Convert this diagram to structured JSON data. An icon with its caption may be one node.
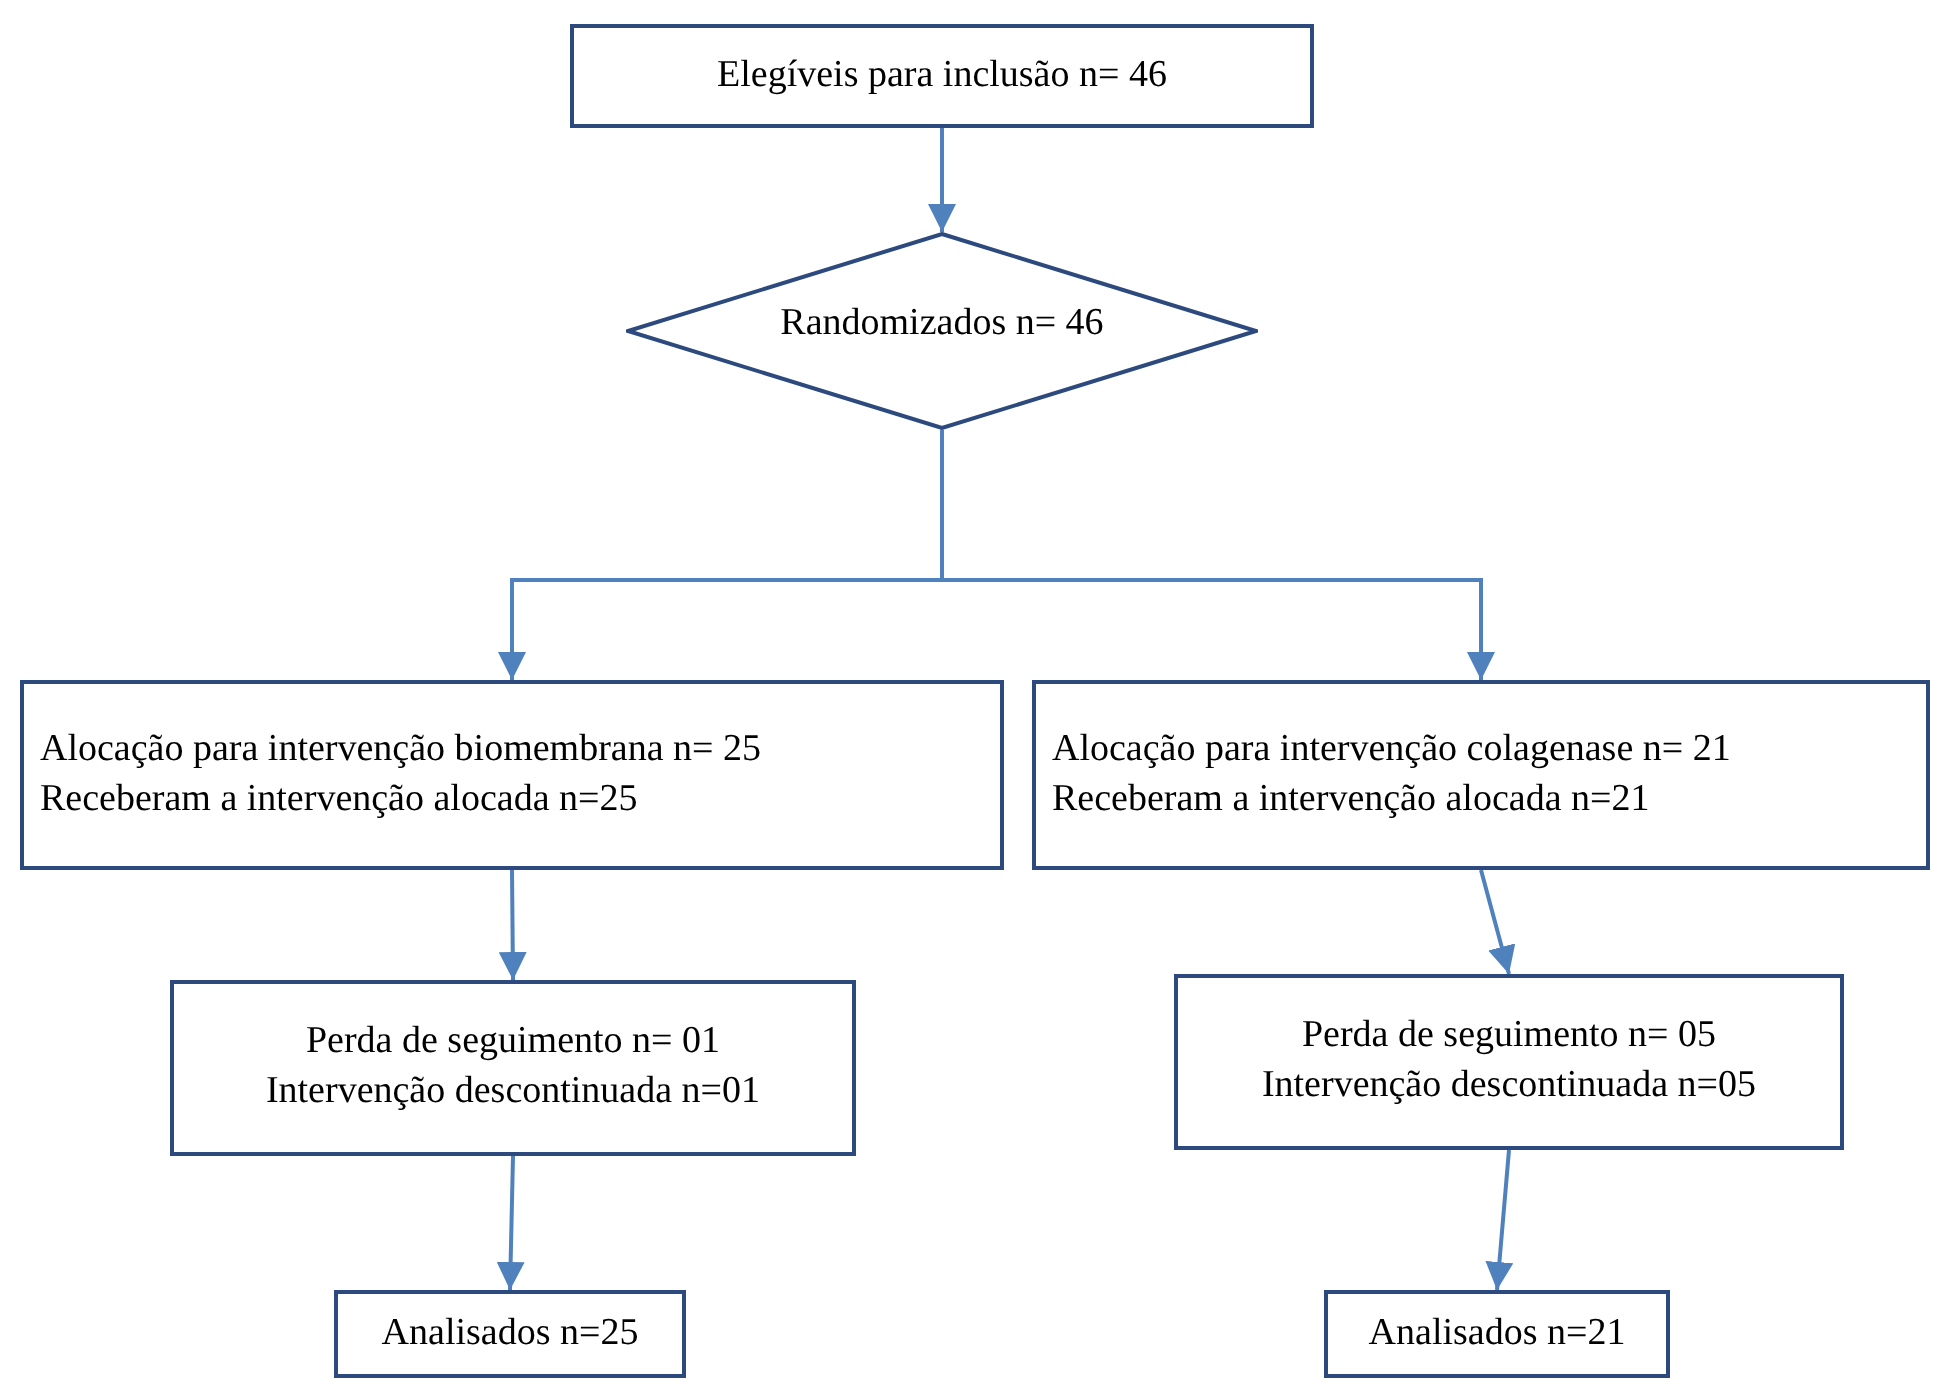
{
  "diagram": {
    "nodes": [
      {
        "text": [
          "Elegíveis para inclusão n= 46"
        ]
      },
      {
        "text": [
          "Randomizados  n= 46"
        ]
      },
      {
        "text": [
          "Alocação para intervenção biomembrana n= 25",
          "Receberam a intervenção alocada n=25"
        ]
      },
      {
        "text": [
          "Alocação para intervenção colagenase n= 21",
          "Receberam a intervenção alocada n=21"
        ]
      },
      {
        "text": [
          "Perda de seguimento n= 01",
          "Intervenção descontinuada n=01"
        ]
      },
      {
        "text": [
          "Perda de seguimento n= 05",
          "Intervenção descontinuada n=05"
        ]
      },
      {
        "text": [
          "Analisados n=25"
        ]
      },
      {
        "text": [
          "Analisados n=21"
        ]
      }
    ],
    "edges": [
      {
        "from": 0,
        "to": 1,
        "arrow": "to"
      },
      {
        "from": 1,
        "to": 2,
        "arrow": "to"
      },
      {
        "from": 1,
        "to": 3,
        "arrow": "to"
      },
      {
        "from": 2,
        "to": 4,
        "arrow": "to"
      },
      {
        "from": 3,
        "to": 5,
        "arrow": "to"
      },
      {
        "from": 4,
        "to": 6,
        "arrow": "to"
      },
      {
        "from": 5,
        "to": 7,
        "arrow": "to"
      }
    ]
  }
}
